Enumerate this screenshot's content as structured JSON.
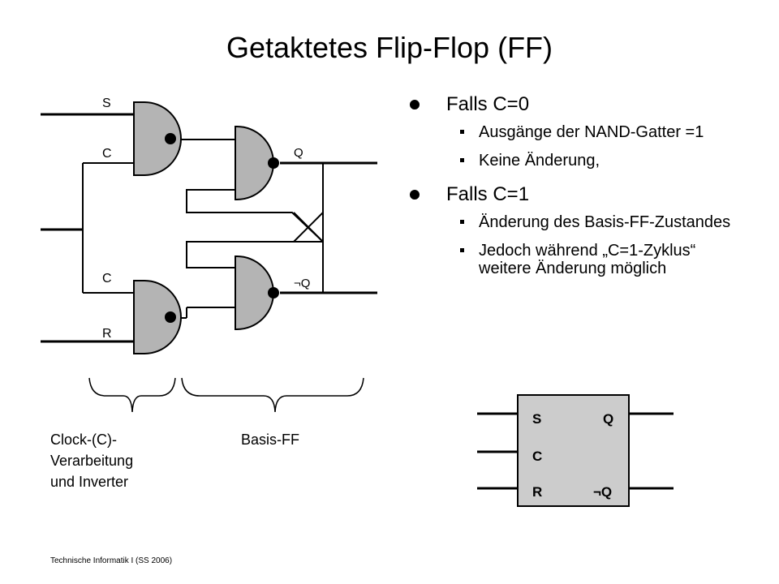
{
  "slide": {
    "title": "Getaktetes Flip-Flop (FF)",
    "footer": "Technische Informatik I (SS 2006)"
  },
  "circuit": {
    "labels": {
      "s": "S",
      "c_top": "C",
      "c_bottom": "C",
      "r": "R",
      "q": "Q",
      "not_q": "¬Q"
    },
    "colors": {
      "gate_fill": "#b4b4b4",
      "wire": "#000000"
    },
    "caption_clock": [
      "Clock-(C)-",
      "Verarbeitung",
      "und Inverter"
    ],
    "caption_basis": "Basis-FF"
  },
  "bullets": [
    {
      "text": "Falls C=0",
      "sub": [
        "Ausgänge der NAND-Gatter =1",
        "Keine Änderung,"
      ]
    },
    {
      "text": "Falls C=1",
      "sub": [
        "Änderung des Basis-FF-Zustandes",
        "Jedoch während „C=1-Zyklus“ weitere Änderung möglich"
      ]
    }
  ],
  "symbol": {
    "pins": {
      "s": "S",
      "c": "C",
      "r": "R",
      "q": "Q",
      "not_q": "¬Q"
    },
    "colors": {
      "box_fill": "#cccccc"
    }
  }
}
